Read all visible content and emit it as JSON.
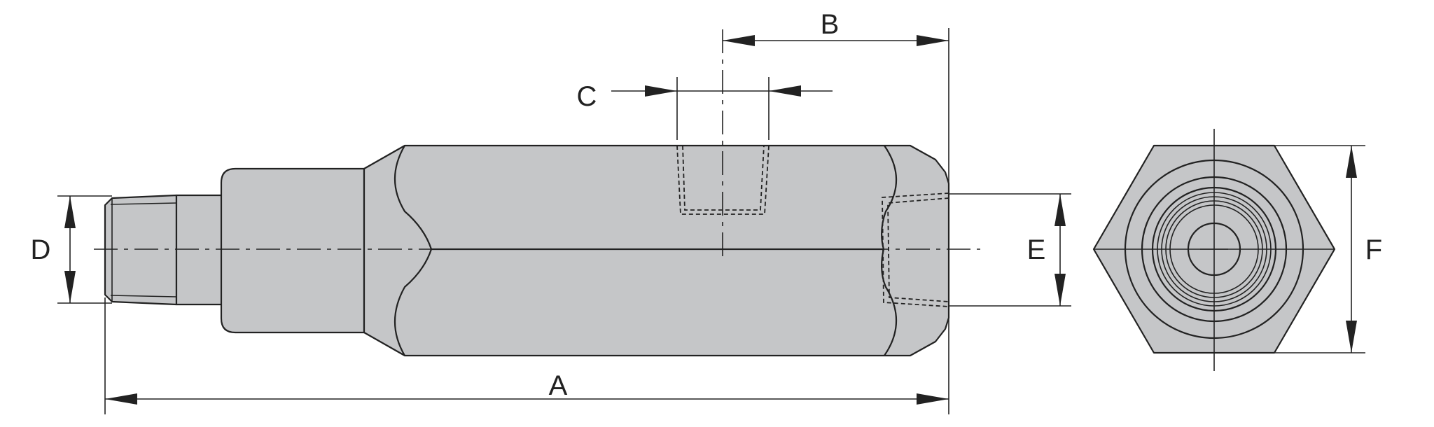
{
  "dimensions": {
    "a": "A",
    "b": "B",
    "c": "C",
    "d": "D",
    "e": "E",
    "f": "F"
  },
  "colors": {
    "part_fill": "#c5c6c8",
    "line": "#222222",
    "background": "#ffffff"
  }
}
